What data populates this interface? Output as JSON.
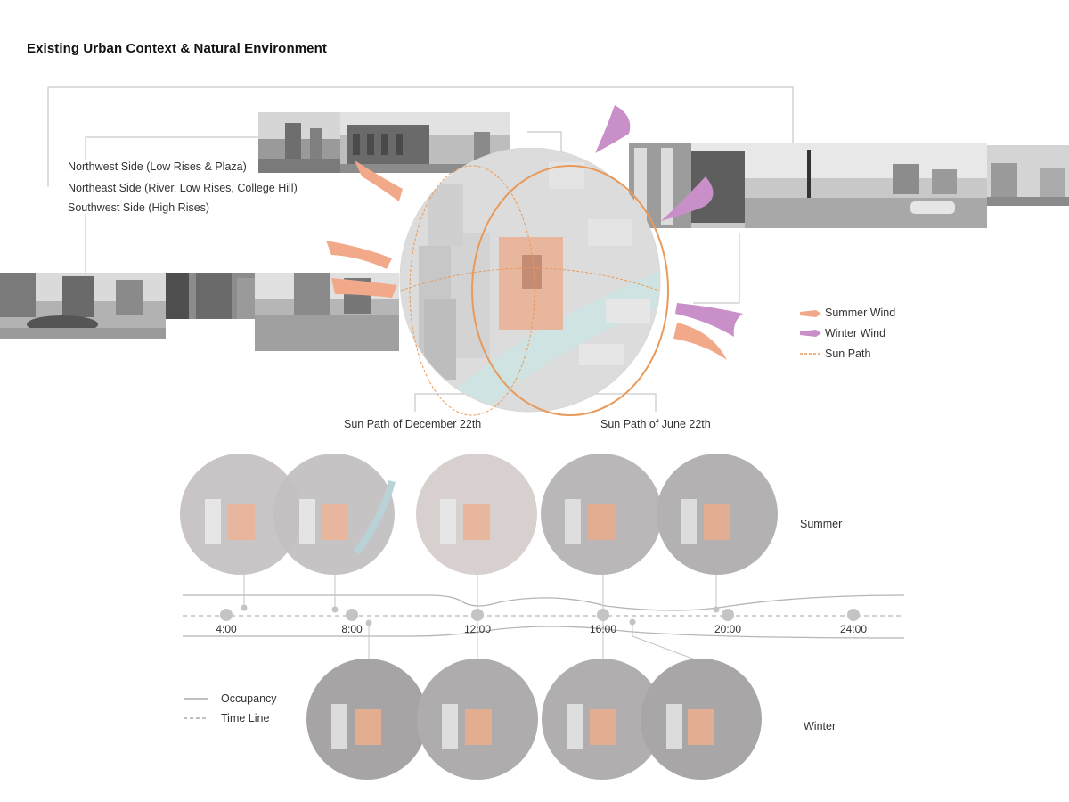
{
  "title": "Existing Urban Context & Natural Environment",
  "sides": [
    "Northwest Side (Low Rises & Plaza)",
    "Northeast Side (River, Low Rises, College Hill)",
    "Southwest Side (High Rises)"
  ],
  "legend": {
    "summer_wind": "Summer Wind",
    "winter_wind": "Winter Wind",
    "sun_path": "Sun Path"
  },
  "sun_path_labels": {
    "december": "Sun Path of December 22th",
    "june": "Sun Path of June 22th"
  },
  "seasons": {
    "summer": "Summer",
    "winter": "Winter"
  },
  "timeline": {
    "ticks": [
      "4:00",
      "8:00",
      "12:00",
      "16:00",
      "20:00",
      "24:00"
    ],
    "legend_occupancy": "Occupancy",
    "legend_timeline": "Time Line"
  },
  "colors": {
    "summer": "#f2a98a",
    "winter": "#c98fc9",
    "sun_path": "#e89a5a",
    "building_accent": "#e3b49a",
    "line": "#b0b0b0"
  }
}
